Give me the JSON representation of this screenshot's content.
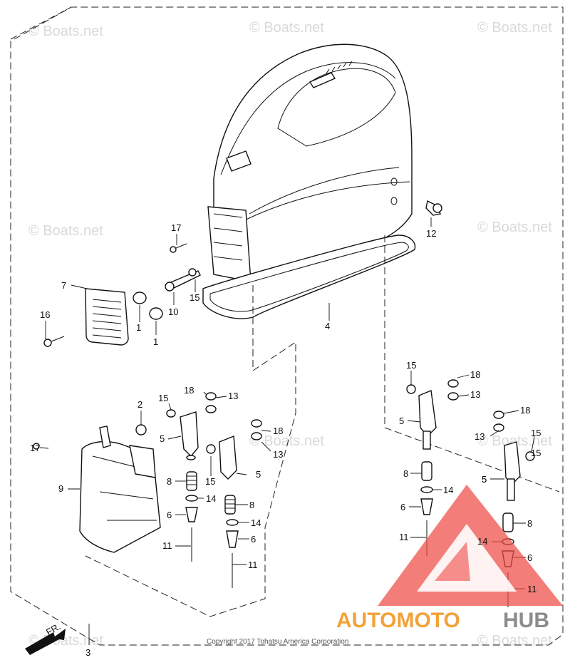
{
  "watermark": "© Boats.net",
  "copyright": "Copyright 2017 Tohatsu America Corporation",
  "brand": {
    "part1": "AUTOMOTO",
    "part2": "HUB"
  },
  "direction": "FR.",
  "callouts": [
    {
      "id": "c-17a",
      "label": "17"
    },
    {
      "id": "c-12",
      "label": "12"
    },
    {
      "id": "c-7",
      "label": "7"
    },
    {
      "id": "c-16",
      "label": "16"
    },
    {
      "id": "c-15a",
      "label": "15"
    },
    {
      "id": "c-10",
      "label": "10"
    },
    {
      "id": "c-1a",
      "label": "1"
    },
    {
      "id": "c-1b",
      "label": "1"
    },
    {
      "id": "c-4",
      "label": "4"
    },
    {
      "id": "c-15b",
      "label": "15"
    },
    {
      "id": "c-18a",
      "label": "18"
    },
    {
      "id": "c-13a",
      "label": "13"
    },
    {
      "id": "c-5a",
      "label": "5"
    },
    {
      "id": "c-18b",
      "label": "18"
    },
    {
      "id": "c-13b",
      "label": "13"
    },
    {
      "id": "c-15c",
      "label": "15"
    },
    {
      "id": "c-5b",
      "label": "5"
    },
    {
      "id": "c-2",
      "label": "2"
    },
    {
      "id": "c-15d",
      "label": "15"
    },
    {
      "id": "c-18c",
      "label": "18"
    },
    {
      "id": "c-13c",
      "label": "13"
    },
    {
      "id": "c-5c",
      "label": "5"
    },
    {
      "id": "c-17b",
      "label": "17"
    },
    {
      "id": "c-9",
      "label": "9"
    },
    {
      "id": "c-8a",
      "label": "8"
    },
    {
      "id": "c-15e",
      "label": "15"
    },
    {
      "id": "c-14a",
      "label": "14"
    },
    {
      "id": "c-6a",
      "label": "6"
    },
    {
      "id": "c-11a",
      "label": "11"
    },
    {
      "id": "c-18d",
      "label": "18"
    },
    {
      "id": "c-13d",
      "label": "13"
    },
    {
      "id": "c-5d",
      "label": "5"
    },
    {
      "id": "c-8b",
      "label": "8"
    },
    {
      "id": "c-14b",
      "label": "14"
    },
    {
      "id": "c-8c",
      "label": "8"
    },
    {
      "id": "c-14c",
      "label": "14"
    },
    {
      "id": "c-6b",
      "label": "6"
    },
    {
      "id": "c-6c",
      "label": "6"
    },
    {
      "id": "c-11b",
      "label": "11"
    },
    {
      "id": "c-15f",
      "label": "15"
    },
    {
      "id": "c-5e",
      "label": "5"
    },
    {
      "id": "c-8d",
      "label": "8"
    },
    {
      "id": "c-14d",
      "label": "14"
    },
    {
      "id": "c-6d",
      "label": "6"
    },
    {
      "id": "c-11c",
      "label": "11"
    },
    {
      "id": "c-11d",
      "label": "11"
    },
    {
      "id": "c-3",
      "label": "3"
    }
  ]
}
